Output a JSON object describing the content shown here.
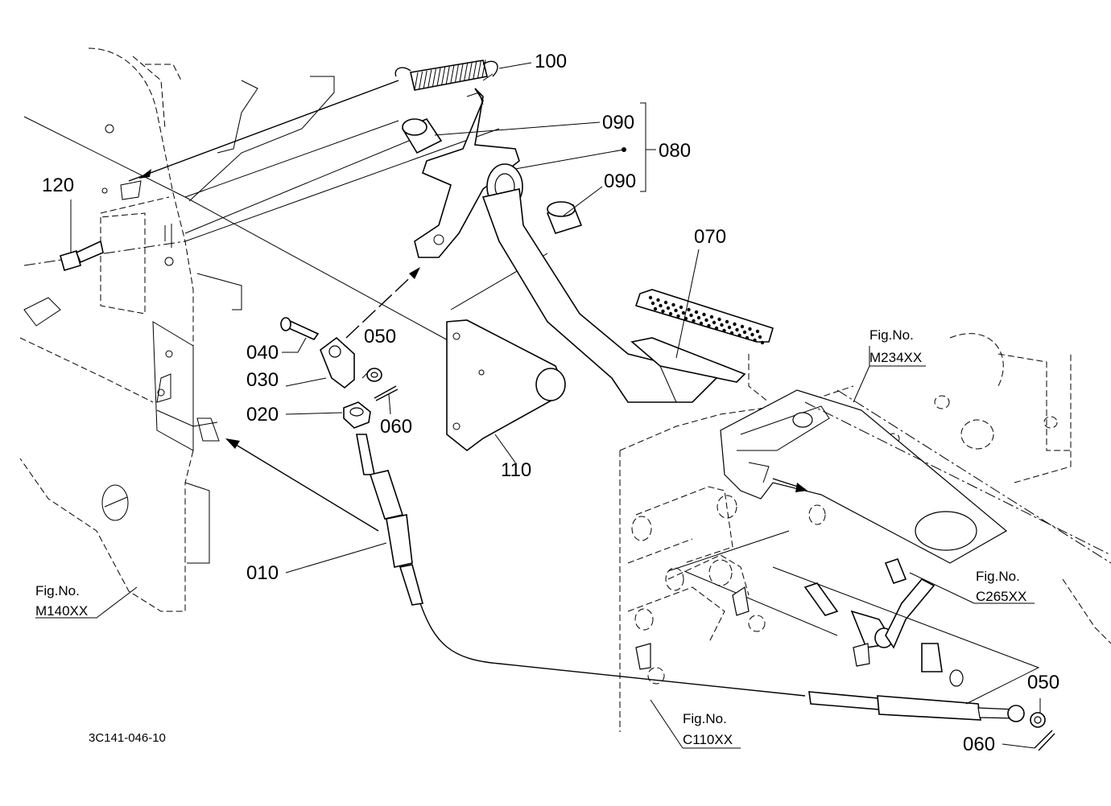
{
  "diagram": {
    "doc_code": "3C141-046-10",
    "part_labels": [
      {
        "id": "100",
        "text": "100"
      },
      {
        "id": "090a",
        "text": "090"
      },
      {
        "id": "080",
        "text": "080"
      },
      {
        "id": "090b",
        "text": "090"
      },
      {
        "id": "120",
        "text": "120"
      },
      {
        "id": "070",
        "text": "070"
      },
      {
        "id": "040",
        "text": "040"
      },
      {
        "id": "050a",
        "text": "050"
      },
      {
        "id": "030",
        "text": "030"
      },
      {
        "id": "020",
        "text": "020"
      },
      {
        "id": "060a",
        "text": "060"
      },
      {
        "id": "110",
        "text": "110"
      },
      {
        "id": "010",
        "text": "010"
      },
      {
        "id": "050b",
        "text": "050"
      },
      {
        "id": "060b",
        "text": "060"
      }
    ],
    "fig_refs": [
      {
        "id": "m234",
        "caption": "Fig.No.",
        "code": "M234XX"
      },
      {
        "id": "m140",
        "caption": "Fig.No.",
        "code": "M140XX"
      },
      {
        "id": "c265",
        "caption": "Fig.No.",
        "code": "C265XX"
      },
      {
        "id": "c110",
        "caption": "Fig.No.",
        "code": "C110XX"
      }
    ]
  }
}
